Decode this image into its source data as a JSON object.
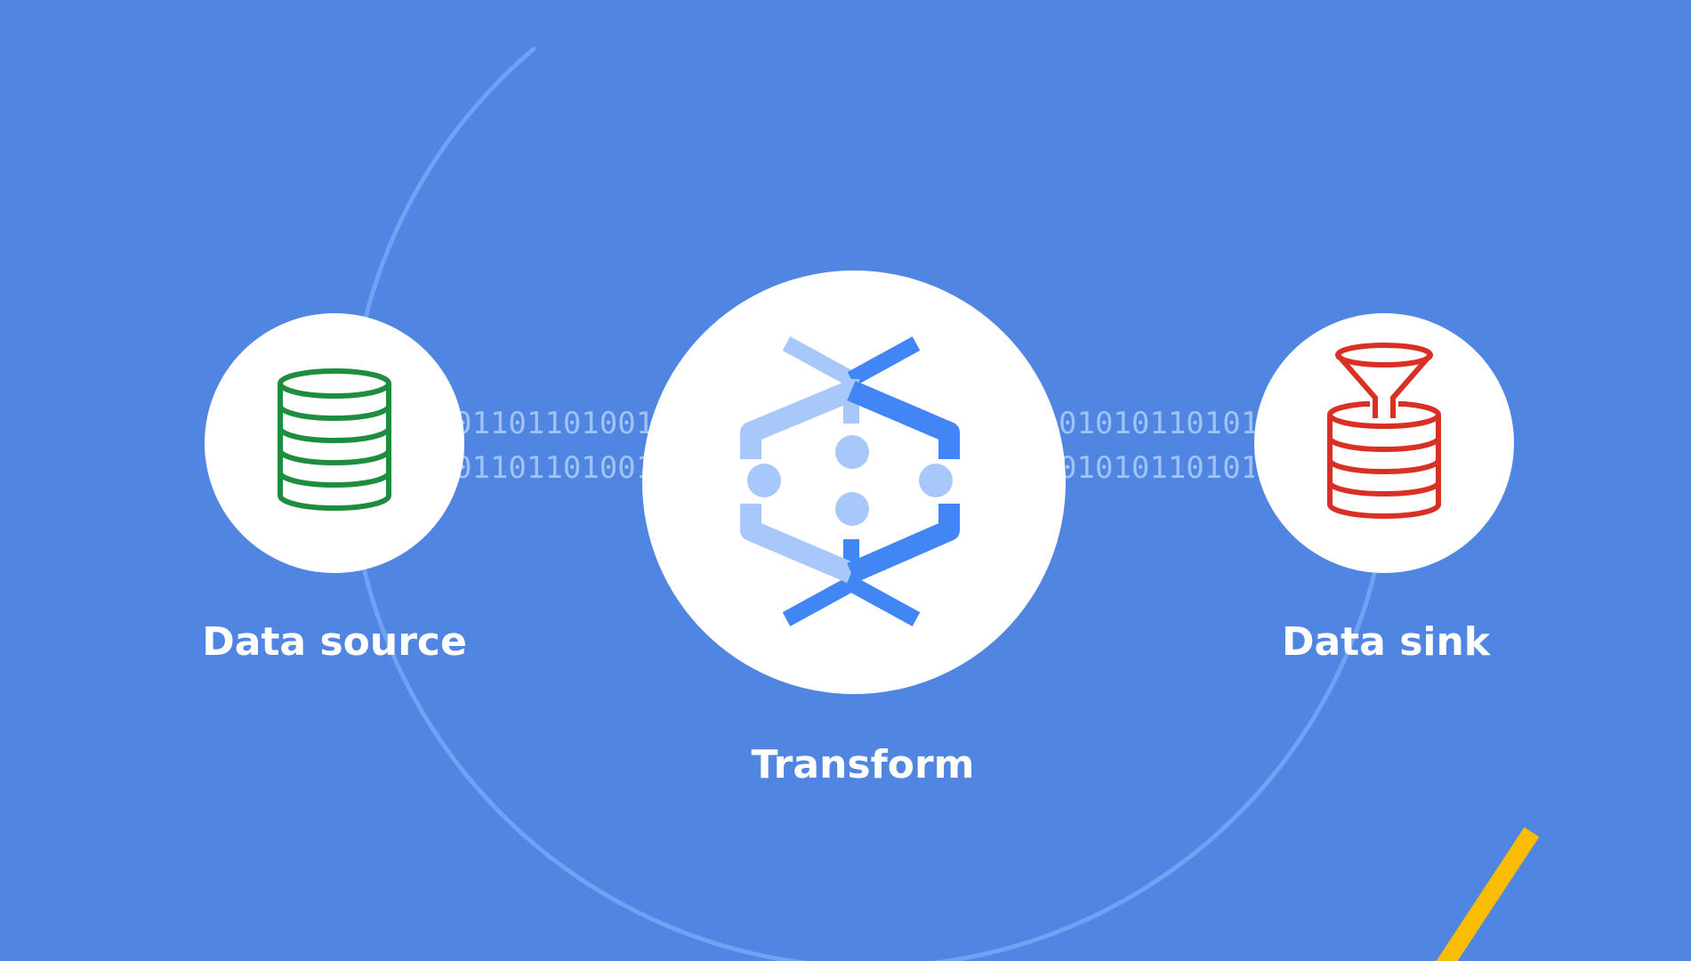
{
  "colors": {
    "background": "#5086e1",
    "ring": "#6fa2f5",
    "node_fill": "#ffffff",
    "source_icon": "#1e8e3e",
    "sink_icon": "#d93025",
    "transform_light": "#a8c7fa",
    "transform_dark": "#4285f4",
    "accent": "#fbbc04",
    "binary_text": "#9fc3f7"
  },
  "nodes": {
    "source": {
      "label": "Data source",
      "icon": "database-icon"
    },
    "transform": {
      "label": "Transform",
      "icon": "dataflow-icon"
    },
    "sink": {
      "label": "Data sink",
      "icon": "database-funnel-icon"
    }
  },
  "streams": {
    "left": [
      "01101101001",
      "01101101001"
    ],
    "right": [
      "01010110101",
      "01010110101"
    ]
  }
}
